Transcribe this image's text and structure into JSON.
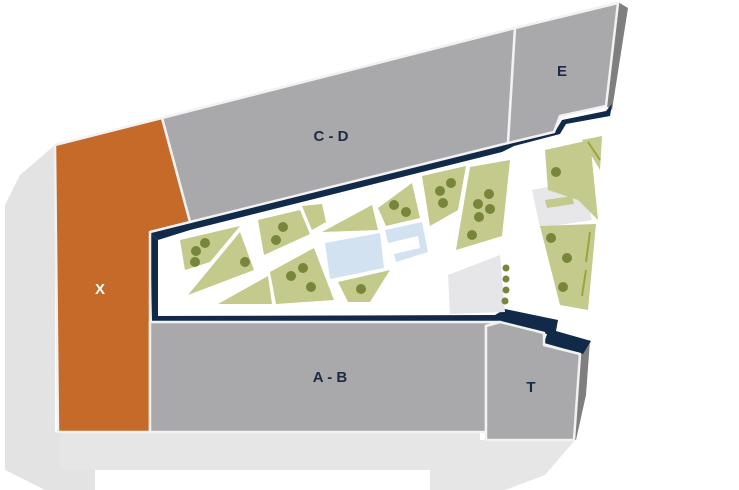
{
  "map": {
    "buildings": [
      {
        "id": "cd",
        "label": "C - D",
        "color": "#a9a9ab"
      },
      {
        "id": "e",
        "label": "E",
        "color": "#a9a9ab"
      },
      {
        "id": "x",
        "label": "X",
        "color": "#c56a29"
      },
      {
        "id": "ab",
        "label": "A - B",
        "color": "#a9a9ab"
      },
      {
        "id": "t",
        "label": "T",
        "color": "#a9a9ab"
      }
    ],
    "colors": {
      "label_on_gray": "#1c2b44",
      "label_on_orange": "#ffffff",
      "courtyard_wall": "#112a4a",
      "garden_bed": "#c4c98c",
      "tree": "#77863a",
      "water": "#cfe0ef",
      "paved": "#e5e5e7",
      "shadow": "#dcdcdc"
    },
    "courtyard": {
      "garden_bed_count": 14,
      "tree_count": 27,
      "water_feature_count": 3
    }
  }
}
